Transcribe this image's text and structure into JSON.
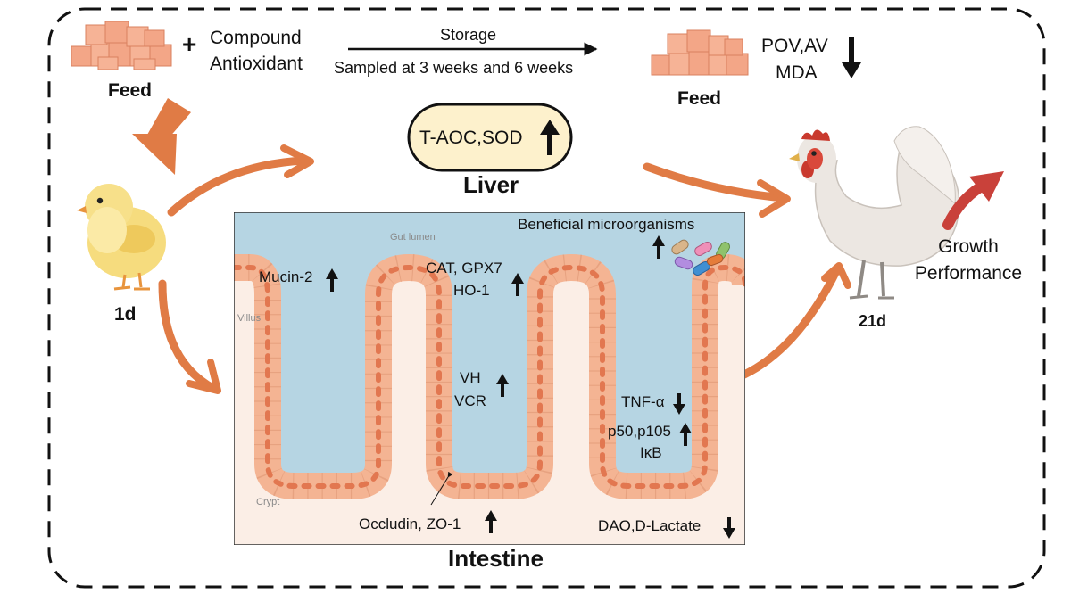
{
  "top": {
    "feed_label": "Feed",
    "plus": "+",
    "compound_line1": "Compound",
    "compound_line2": "Antioxidant",
    "storage": "Storage",
    "sampled": "Sampled at 3 weeks and 6 weeks",
    "feed_label_right": "Feed",
    "pov_av": "POV,AV",
    "mda": "MDA",
    "pov_direction": "down"
  },
  "liver": {
    "markers": "T-AOC,SOD",
    "direction": "up",
    "title": "Liver"
  },
  "chick": {
    "age": "1d"
  },
  "hen": {
    "age": "21d"
  },
  "growth": {
    "line1": "Growth",
    "line2": "Performance",
    "direction": "up"
  },
  "intestine": {
    "title": "Intestine",
    "gut_lumen": "Gut lumen",
    "villus": "Villus",
    "crypt": "Crypt",
    "beneficial": "Beneficial microorganisms",
    "mucin": "Mucin-2",
    "cat_line1": "CAT, GPX7",
    "cat_line2": "HO-1",
    "vh": "VH",
    "vcr": "VCR",
    "tnf": "TNF-α",
    "p50_line1": "p50,p105",
    "p50_line2": "IκB",
    "occludin": "Occludin, ZO-1",
    "dao": "DAO,D-Lactate"
  },
  "colors": {
    "flow_arrow": "#e07b45",
    "growth_arrow": "#c9413a",
    "lumen": "#b6d5e3",
    "tissue": "#f7c7ab",
    "lamina": "#fbeee6",
    "liver_box": "#fdf1cc"
  }
}
